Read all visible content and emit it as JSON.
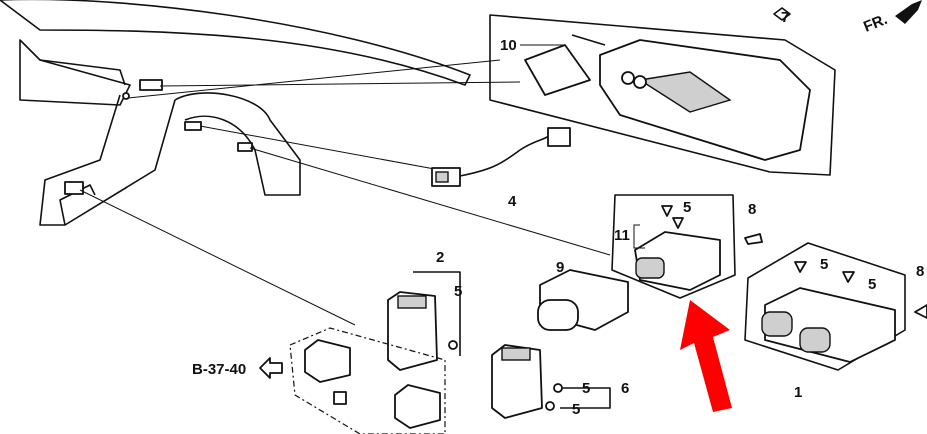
{
  "diagram": {
    "direction_label": "FR.",
    "reference_label": "B-37-40",
    "callouts": {
      "part_7": "7",
      "part_10": "10",
      "part_4": "4",
      "part_5_a": "5",
      "part_8_a": "8",
      "part_11": "11",
      "part_9": "9",
      "part_2": "2",
      "part_5_b": "5",
      "part_5_c": "5",
      "part_5_d": "5",
      "part_8_b": "8",
      "part_1": "1",
      "part_6": "6",
      "part_5_e": "5",
      "part_5_f": "5"
    },
    "highlight_color": "#ff0000"
  }
}
